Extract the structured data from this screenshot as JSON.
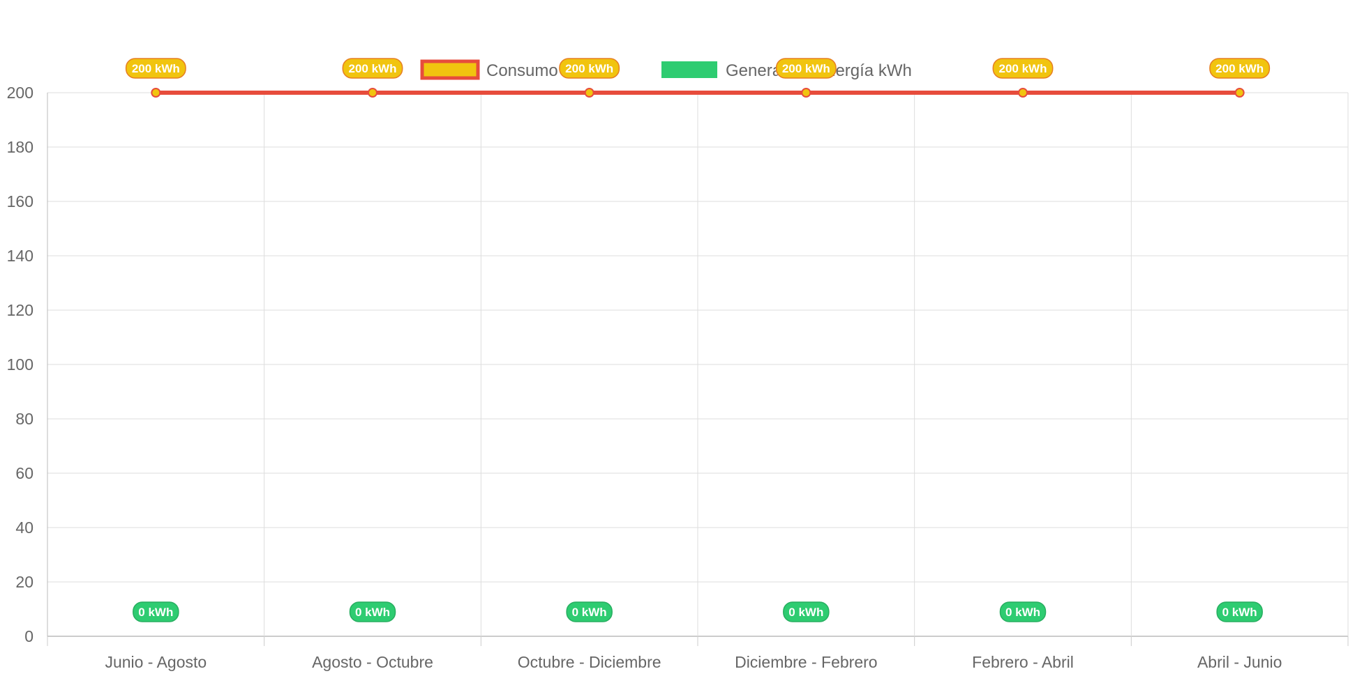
{
  "chart_data": {
    "type": "line",
    "categories": [
      "Junio - Agosto",
      "Agosto - Octubre",
      "Octubre - Diciembre",
      "Diciembre - Febrero",
      "Febrero - Abril",
      "Abril - Junio"
    ],
    "series": [
      {
        "name": "Consumo kWh",
        "values": [
          200,
          200,
          200,
          200,
          200,
          200
        ],
        "line_color": "#e74c3c",
        "fill_color": "#f1c40f",
        "value_label_suffix": " kWh",
        "label_border_color": "#e67e22"
      },
      {
        "name": "Generación energía kWh",
        "values": [
          0,
          0,
          0,
          0,
          0,
          0
        ],
        "line_color": "#2ecc71",
        "fill_color": "#2ecc71",
        "value_label_suffix": " kWh",
        "label_border_color": "#27ae60"
      }
    ],
    "ylim": [
      0,
      200
    ],
    "yticks": [
      0,
      20,
      40,
      60,
      80,
      100,
      120,
      140,
      160,
      180,
      200
    ],
    "grid": true,
    "legend": "top-center",
    "title": "",
    "xlabel": "",
    "ylabel": ""
  }
}
